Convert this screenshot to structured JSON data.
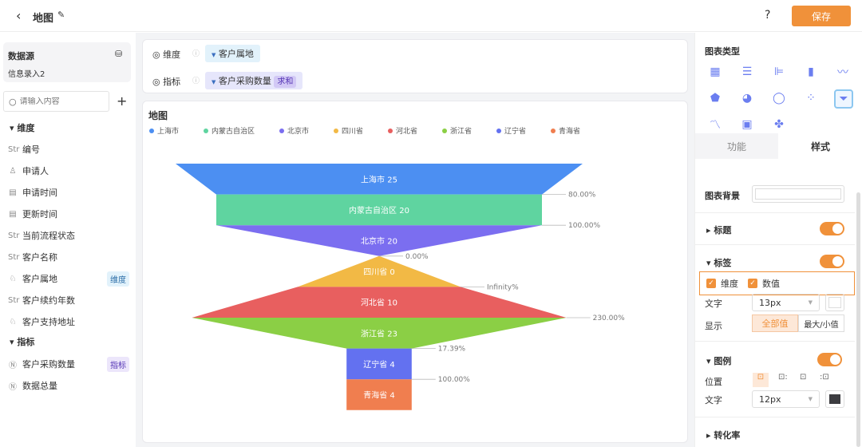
{
  "header": {
    "title": "地图",
    "help": "?",
    "save_label": "保存"
  },
  "sidebar": {
    "datasource_label": "数据源",
    "datasource_name": "信息录入2",
    "search_placeholder": "请输入内容",
    "dim_group": "维度",
    "metric_group": "指标",
    "dimensions": [
      {
        "type": "Str",
        "label": "编号"
      },
      {
        "type": "person",
        "label": "申请人"
      },
      {
        "type": "date",
        "label": "申请时间"
      },
      {
        "type": "date",
        "label": "更新时间"
      },
      {
        "type": "Str",
        "label": "当前流程状态"
      },
      {
        "type": "Str",
        "label": "客户名称"
      },
      {
        "type": "location",
        "label": "客户属地",
        "badge": "维度"
      },
      {
        "type": "Str",
        "label": "客户续约年数"
      },
      {
        "type": "location",
        "label": "客户支持地址"
      }
    ],
    "metrics": [
      {
        "type": "N",
        "label": "客户采购数量",
        "badge": "指标"
      },
      {
        "type": "N",
        "label": "数据总量"
      }
    ]
  },
  "config": {
    "dim_label": "维度",
    "dim_value": "客户属地",
    "metric_label": "指标",
    "metric_value": "客户采购数量",
    "metric_agg": "求和"
  },
  "chart_title": "地图",
  "chart_data": {
    "type": "funnel",
    "categories": [
      "上海市",
      "内蒙古自治区",
      "北京市",
      "四川省",
      "河北省",
      "浙江省",
      "辽宁省",
      "青海省"
    ],
    "values": [
      25,
      20,
      20,
      0,
      10,
      23,
      4,
      4
    ],
    "colors": [
      "#4c8ff2",
      "#5fd4a0",
      "#7b6ef0",
      "#f2b945",
      "#e85f5f",
      "#8bcf45",
      "#6371f0",
      "#f07e4f"
    ],
    "conversion_rates": [
      "80.00%",
      "100.00%",
      "0.00%",
      "Infinity%",
      "230.00%",
      "17.39%",
      "100.00%"
    ],
    "legend": "top-left"
  },
  "right": {
    "chart_type_label": "图表类型",
    "tabs": [
      "功能",
      "样式"
    ],
    "bg_label": "图表背景",
    "title_label": "标题",
    "label_label": "标签",
    "check_dim": "维度",
    "check_val": "数值",
    "text_label": "文字",
    "text_size": "13px",
    "display_label": "显示",
    "display_all": "全部值",
    "display_minmax": "最大/小值",
    "legend_label": "图例",
    "position_label": "位置",
    "legend_text_label": "文字",
    "legend_size": "12px",
    "conversion_label": "转化率",
    "accent": "#f0913a"
  }
}
